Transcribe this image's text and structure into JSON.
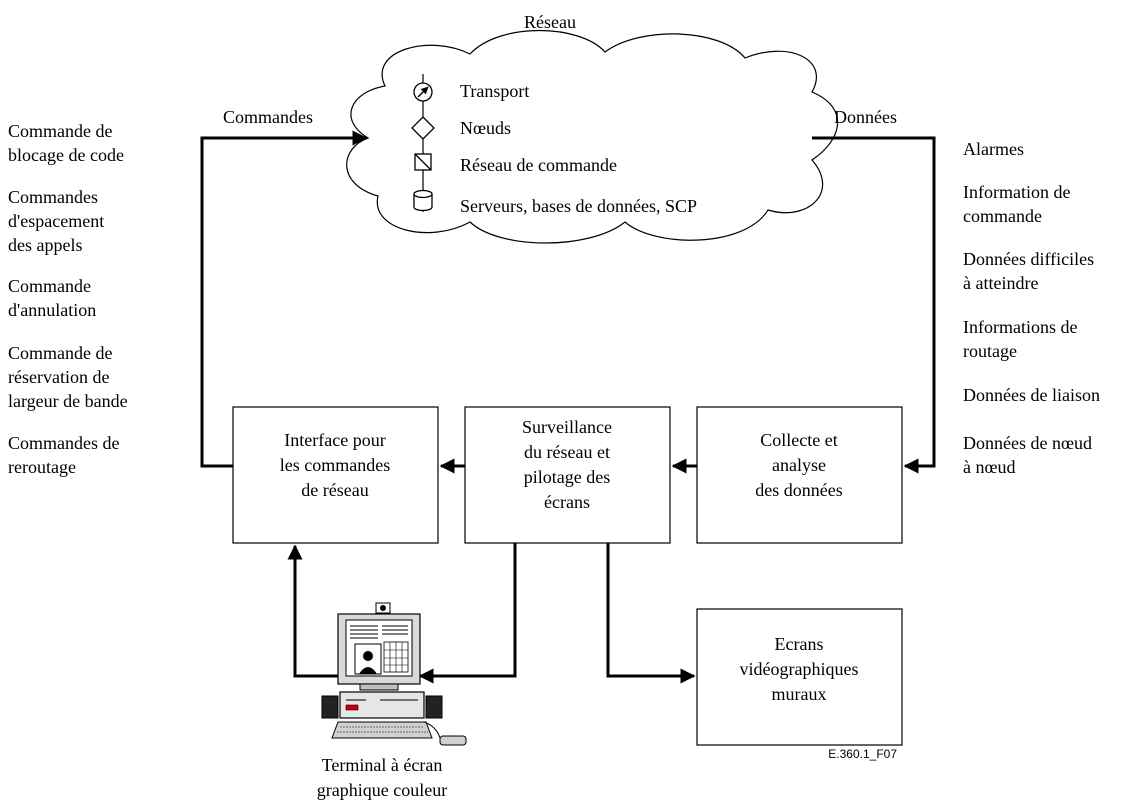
{
  "network": {
    "title": "Réseau",
    "legend": [
      {
        "icon": "transport-icon",
        "label": "Transport"
      },
      {
        "icon": "node-diamond-icon",
        "label": "Nœuds"
      },
      {
        "icon": "control-network-icon",
        "label": "Réseau de commande"
      },
      {
        "icon": "database-icon",
        "label": "Serveurs, bases de données, SCP"
      }
    ]
  },
  "flows": {
    "commands_label": "Commandes",
    "data_label": "Données"
  },
  "left_list": [
    [
      "Commande de",
      "blocage de code"
    ],
    [
      "Commandes",
      "d'espacement",
      "des appels"
    ],
    [
      "Commande",
      "d'annulation"
    ],
    [
      "Commande de",
      "réservation de",
      "largeur de bande"
    ],
    [
      "Commandes de",
      "reroutage"
    ]
  ],
  "right_list": [
    [
      "Alarmes"
    ],
    [
      "Information de",
      "commande"
    ],
    [
      "Données difficiles",
      "à atteindre"
    ],
    [
      "Informations de",
      "routage"
    ],
    [
      "Données de liaison"
    ],
    [
      "Données de nœud",
      "à nœud"
    ]
  ],
  "boxes": {
    "interface": [
      "Interface pour",
      "les commandes",
      "de réseau"
    ],
    "surveillance": [
      "Surveillance",
      "du réseau et",
      "pilotage des",
      "écrans"
    ],
    "collecte": [
      "Collecte et",
      "analyse",
      "des données"
    ],
    "ecrans": [
      "Ecrans",
      "vidéographiques",
      "muraux"
    ]
  },
  "terminal": {
    "label_lines": [
      "Terminal à écran",
      "graphique couleur"
    ],
    "icon": "computer-terminal-icon"
  },
  "figure_code": "E.360.1_F07"
}
